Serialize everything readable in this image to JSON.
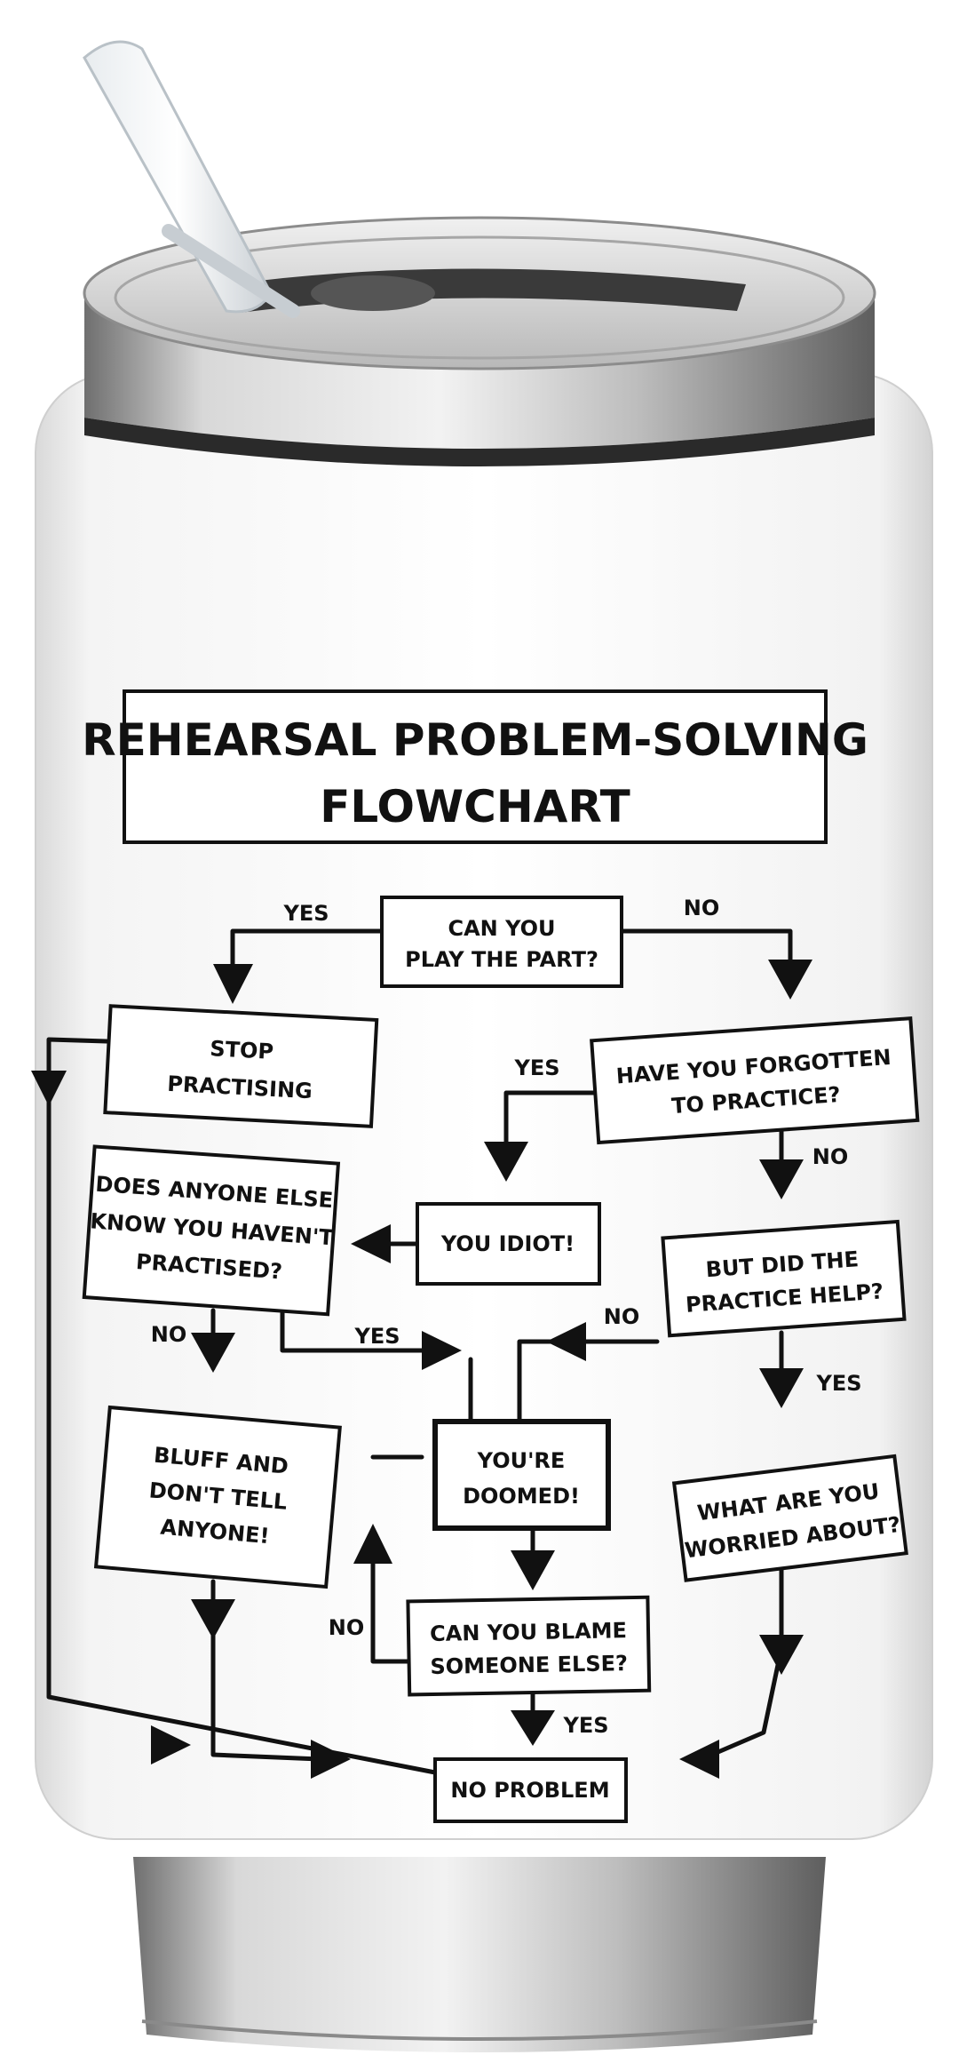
{
  "flowchart": {
    "title": [
      "REHEARSAL PROBLEM-SOLVING",
      "FLOWCHART"
    ],
    "nodes": {
      "play_part": [
        "CAN YOU",
        "PLAY THE PART?"
      ],
      "stop": [
        "STOP",
        "PRACTISING"
      ],
      "forgotten": [
        "HAVE YOU FORGOTTEN",
        "TO PRACTICE?"
      ],
      "idiot": [
        "YOU IDIOT!"
      ],
      "does_anyone": [
        "DOES ANYONE ELSE",
        "KNOW YOU HAVEN'T",
        "PRACTISED?"
      ],
      "did_help": [
        "BUT DID THE",
        "PRACTICE HELP?"
      ],
      "doomed": [
        "YOU'RE",
        "DOOMED!"
      ],
      "bluff": [
        "BLUFF AND",
        "DON'T TELL",
        "ANYONE!"
      ],
      "worried": [
        "WHAT ARE YOU",
        "WORRIED ABOUT?"
      ],
      "blame": [
        "CAN YOU BLAME",
        "SOMEONE ELSE?"
      ],
      "no_problem": [
        "NO PROBLEM"
      ]
    },
    "labels": {
      "play_yes": "YES",
      "play_no": "NO",
      "forgot_yes": "YES",
      "forgot_no": "NO",
      "anyone_no": "NO",
      "anyone_yes": "YES",
      "help_no": "NO",
      "help_yes": "YES",
      "blame_no": "NO",
      "blame_yes": "YES"
    }
  },
  "colors": {
    "ink": "#111111",
    "can_body": "#ffffff",
    "metal_light": "#e6e6e6",
    "metal_dark": "#7a7a7a"
  }
}
